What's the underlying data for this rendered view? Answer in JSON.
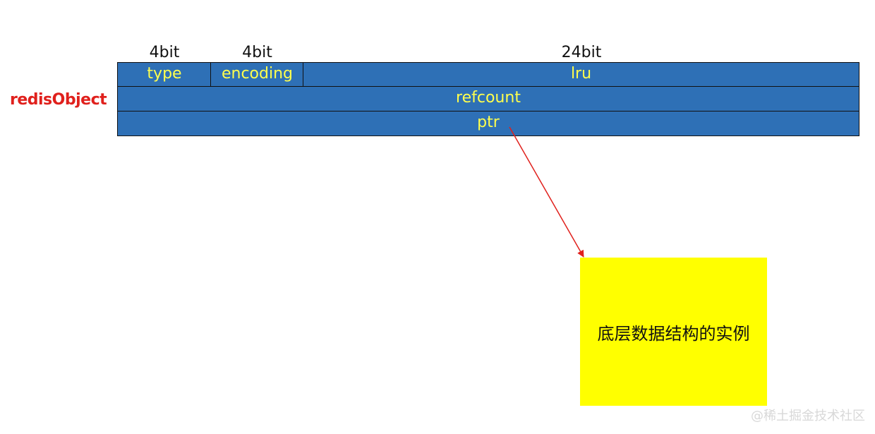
{
  "bit_widths": {
    "type": "4bit",
    "encoding": "4bit",
    "lru": "24bit"
  },
  "object_name": "redisObject",
  "fields": {
    "type": "type",
    "encoding": "encoding",
    "lru": "lru",
    "refcount": "refcount",
    "ptr": "ptr"
  },
  "target_note": "底层数据结构的实例",
  "watermark": "@稀土掘金技术社区",
  "colors": {
    "field_fill": "#2e70b6",
    "field_text": "#ffff4d",
    "object_label": "#e0201c",
    "arrow": "#e0201c",
    "note_fill": "#ffff00"
  }
}
